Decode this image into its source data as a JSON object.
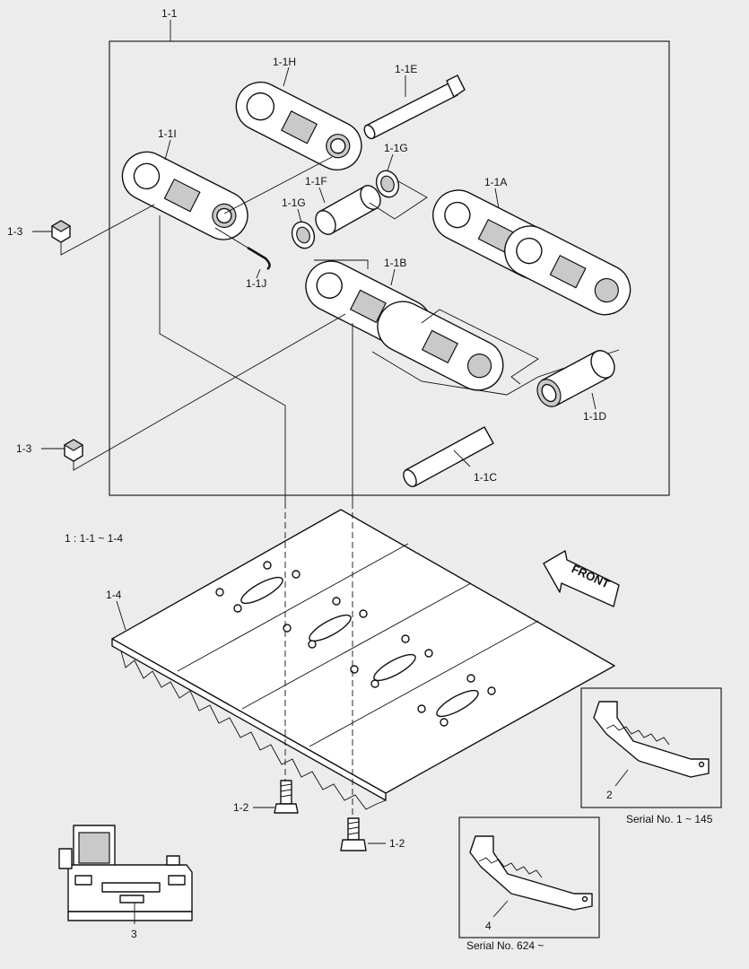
{
  "labels": {
    "assembly": "1-1",
    "link_h": "1-1H",
    "pin_e": "1-1E",
    "link_i": "1-1I",
    "seal_g_upper": "1-1G",
    "bushing_f": "1-1F",
    "seal_g_lower": "1-1G",
    "link_a": "1-1A",
    "nut_upper": "1-3",
    "pin_j": "1-1J",
    "link_b": "1-1B",
    "bushing_d": "1-1D",
    "nut_lower": "1-3",
    "pin_c": "1-1C",
    "range_note": "1 : 1-1 ~ 1-4",
    "shoe": "1-4",
    "bolt_left": "1-2",
    "bolt_right": "1-2",
    "guide_2": "2",
    "guide_4": "4",
    "machine": "3",
    "direction": "FRONT"
  },
  "serials": {
    "first": "Serial No. 1 ~ 145",
    "second": "Serial No. 624 ~"
  }
}
